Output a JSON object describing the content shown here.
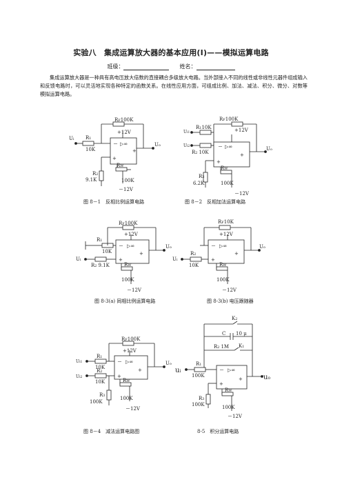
{
  "doc": {
    "title": "实验八　集成运算放大器的基本应用(Ⅰ)——模拟运算电路",
    "class_label": "班级：",
    "name_label": "姓名：",
    "paragraph": "集成运算放大器是一种具有高电压放大倍数的直接耦合多级放大电路。当外部接入不同的线性或非线性元器件组成输入和反馈电路时，可以灵活地实现各种特定的函数关系。在线性应用方面，可组成比例、加法、减法、积分、微分、对数等模拟运算电路。"
  },
  "captions": {
    "fig1": "图 8－1　反相比例运算电路",
    "fig2": "图 8－2　反相加法运算电路",
    "fig3a": "图 8-3(a)  同相比例运算电路",
    "fig3b": "图 8-3(b)  电压跟随器",
    "fig4": "图 8－4　减法运算电路图",
    "fig5": "8-5　积分运算电路"
  },
  "labels": {
    "rf": "R",
    "f_sub": "F",
    "rf_val": "100K",
    "rf_10k": "10K",
    "r1": "R",
    "s1": "1",
    "s2": "2",
    "s3": "3",
    "w": "W",
    "k10": "10K",
    "k100": "100K",
    "k91": "9.1K",
    "k62": "6.2K",
    "m1": "1M",
    "pos12": "+12V",
    "neg12": "－12V",
    "ui": "U",
    "uo": "U",
    "i_sub": "i",
    "o_sub": "o",
    "i1_sub": "i1",
    "i2_sub": "i2",
    "inf": "▷∞",
    "minus": "－",
    "plus": "+",
    "c": "C",
    "c_val": "10 μ",
    "k": "K",
    "ui_big": "u",
    "uo_big": "u"
  }
}
